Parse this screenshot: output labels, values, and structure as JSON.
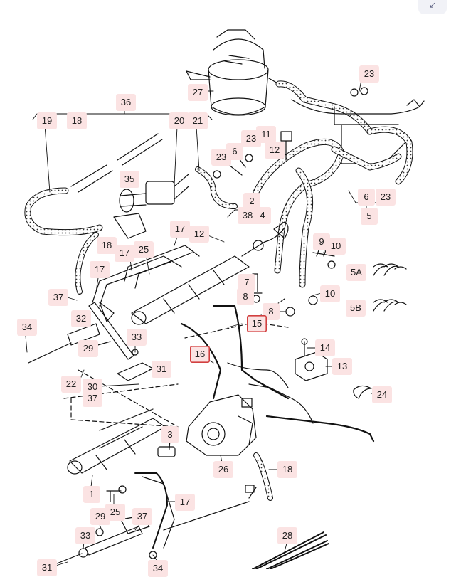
{
  "toolbar": {
    "collapse_icon": "↙"
  },
  "callouts": [
    {
      "id": "c27",
      "label": "27",
      "selected": false
    },
    {
      "id": "c23a",
      "label": "23",
      "selected": false
    },
    {
      "id": "c36",
      "label": "36",
      "selected": false
    },
    {
      "id": "c19",
      "label": "19",
      "selected": false
    },
    {
      "id": "c18a",
      "label": "18",
      "selected": false
    },
    {
      "id": "c20",
      "label": "20",
      "selected": false
    },
    {
      "id": "c21",
      "label": "21",
      "selected": false
    },
    {
      "id": "c11",
      "label": "11",
      "selected": false
    },
    {
      "id": "c23b",
      "label": "23",
      "selected": false
    },
    {
      "id": "c6a",
      "label": "6",
      "selected": false
    },
    {
      "id": "c23c",
      "label": "23",
      "selected": false
    },
    {
      "id": "c12a",
      "label": "12",
      "selected": false
    },
    {
      "id": "c35",
      "label": "35",
      "selected": false
    },
    {
      "id": "c6b",
      "label": "6",
      "selected": false
    },
    {
      "id": "c23d",
      "label": "23",
      "selected": false
    },
    {
      "id": "c5",
      "label": "5",
      "selected": false
    },
    {
      "id": "c2",
      "label": "2",
      "selected": false
    },
    {
      "id": "c38",
      "label": "38",
      "selected": false
    },
    {
      "id": "c4",
      "label": "4",
      "selected": false
    },
    {
      "id": "c17a",
      "label": "17",
      "selected": false
    },
    {
      "id": "c12b",
      "label": "12",
      "selected": false
    },
    {
      "id": "c18b",
      "label": "18",
      "selected": false
    },
    {
      "id": "c17b",
      "label": "17",
      "selected": false
    },
    {
      "id": "c25a",
      "label": "25",
      "selected": false
    },
    {
      "id": "c9",
      "label": "9",
      "selected": false
    },
    {
      "id": "c10a",
      "label": "10",
      "selected": false
    },
    {
      "id": "c5A",
      "label": "5A",
      "selected": false
    },
    {
      "id": "c17c",
      "label": "17",
      "selected": false
    },
    {
      "id": "c7",
      "label": "7",
      "selected": false
    },
    {
      "id": "c10b",
      "label": "10",
      "selected": false
    },
    {
      "id": "c37a",
      "label": "37",
      "selected": false
    },
    {
      "id": "c8a",
      "label": "8",
      "selected": false
    },
    {
      "id": "c5B",
      "label": "5B",
      "selected": false
    },
    {
      "id": "c32",
      "label": "32",
      "selected": false
    },
    {
      "id": "c8b",
      "label": "8",
      "selected": false
    },
    {
      "id": "c15",
      "label": "15",
      "selected": true
    },
    {
      "id": "c34a",
      "label": "34",
      "selected": false
    },
    {
      "id": "c33a",
      "label": "33",
      "selected": false
    },
    {
      "id": "c29a",
      "label": "29",
      "selected": false
    },
    {
      "id": "c14",
      "label": "14",
      "selected": false
    },
    {
      "id": "c16",
      "label": "16",
      "selected": true
    },
    {
      "id": "c13",
      "label": "13",
      "selected": false
    },
    {
      "id": "c31a",
      "label": "31",
      "selected": false
    },
    {
      "id": "c22",
      "label": "22",
      "selected": false
    },
    {
      "id": "c30",
      "label": "30",
      "selected": false
    },
    {
      "id": "c37b",
      "label": "37",
      "selected": false
    },
    {
      "id": "c24",
      "label": "24",
      "selected": false
    },
    {
      "id": "c3",
      "label": "3",
      "selected": false
    },
    {
      "id": "c26",
      "label": "26",
      "selected": false
    },
    {
      "id": "c18c",
      "label": "18",
      "selected": false
    },
    {
      "id": "c1",
      "label": "1",
      "selected": false
    },
    {
      "id": "c25b",
      "label": "25",
      "selected": false
    },
    {
      "id": "c17d",
      "label": "17",
      "selected": false
    },
    {
      "id": "c29b",
      "label": "29",
      "selected": false
    },
    {
      "id": "c37c",
      "label": "37",
      "selected": false
    },
    {
      "id": "c28",
      "label": "28",
      "selected": false
    },
    {
      "id": "c33b",
      "label": "33",
      "selected": false
    },
    {
      "id": "c31b",
      "label": "31",
      "selected": false
    },
    {
      "id": "c34b",
      "label": "34",
      "selected": false
    }
  ]
}
